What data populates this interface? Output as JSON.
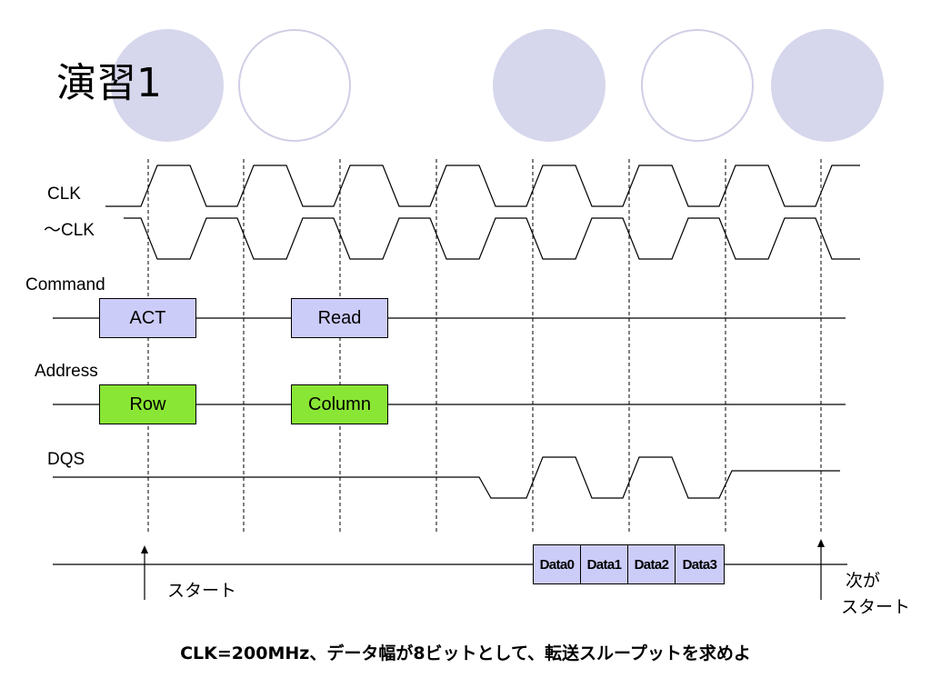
{
  "title": "演習1",
  "signals": {
    "clk": "CLK",
    "clk_n": "～CLK",
    "command": "Command",
    "address": "Address",
    "dqs": "DQS"
  },
  "commands": {
    "act": "ACT",
    "read": "Read"
  },
  "addresses": {
    "row": "Row",
    "column": "Column"
  },
  "data_slots": [
    "Data0",
    "Data1",
    "Data2",
    "Data3"
  ],
  "annotations": {
    "start": "スタート",
    "next_start_line1": "次が",
    "next_start_line2": "スタート"
  },
  "question": "CLK=200MHz、データ幅が8ビットとして、転送スループットを求めよ",
  "colors": {
    "circle_fill": "#d6d6ec",
    "circle_outline": "#cfcfe6",
    "command_box": "#ccccf8",
    "address_box": "#8ae634",
    "data_box": "#ccccf8"
  }
}
